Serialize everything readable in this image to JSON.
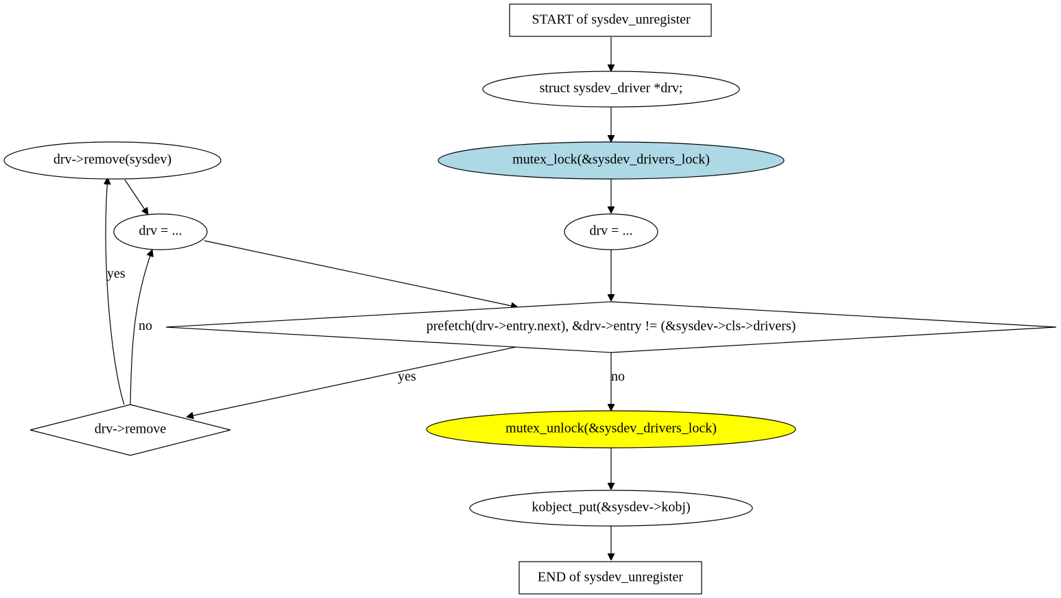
{
  "colors": {
    "background": "#ffffff",
    "stroke": "#000000",
    "lock_fill": "#add8e6",
    "unlock_fill": "#ffff00",
    "default_fill": "#ffffff"
  },
  "nodes": {
    "start": "START of sysdev_unregister",
    "decl": "struct sysdev_driver *drv;",
    "lock": "mutex_lock(&sysdev_drivers_lock)",
    "init": "drv = ...",
    "cond": "prefetch(drv->entry.next), &drv->entry != (&sysdev->cls->drivers)",
    "check": "drv->remove",
    "remove": "drv->remove(sysdev)",
    "next": "drv = ...",
    "unlock": "mutex_unlock(&sysdev_drivers_lock)",
    "put": "kobject_put(&sysdev->kobj)",
    "end": "END of sysdev_unregister"
  },
  "edges": {
    "cond_yes": "yes",
    "cond_no": "no",
    "check_yes": "yes",
    "check_no": "no"
  }
}
